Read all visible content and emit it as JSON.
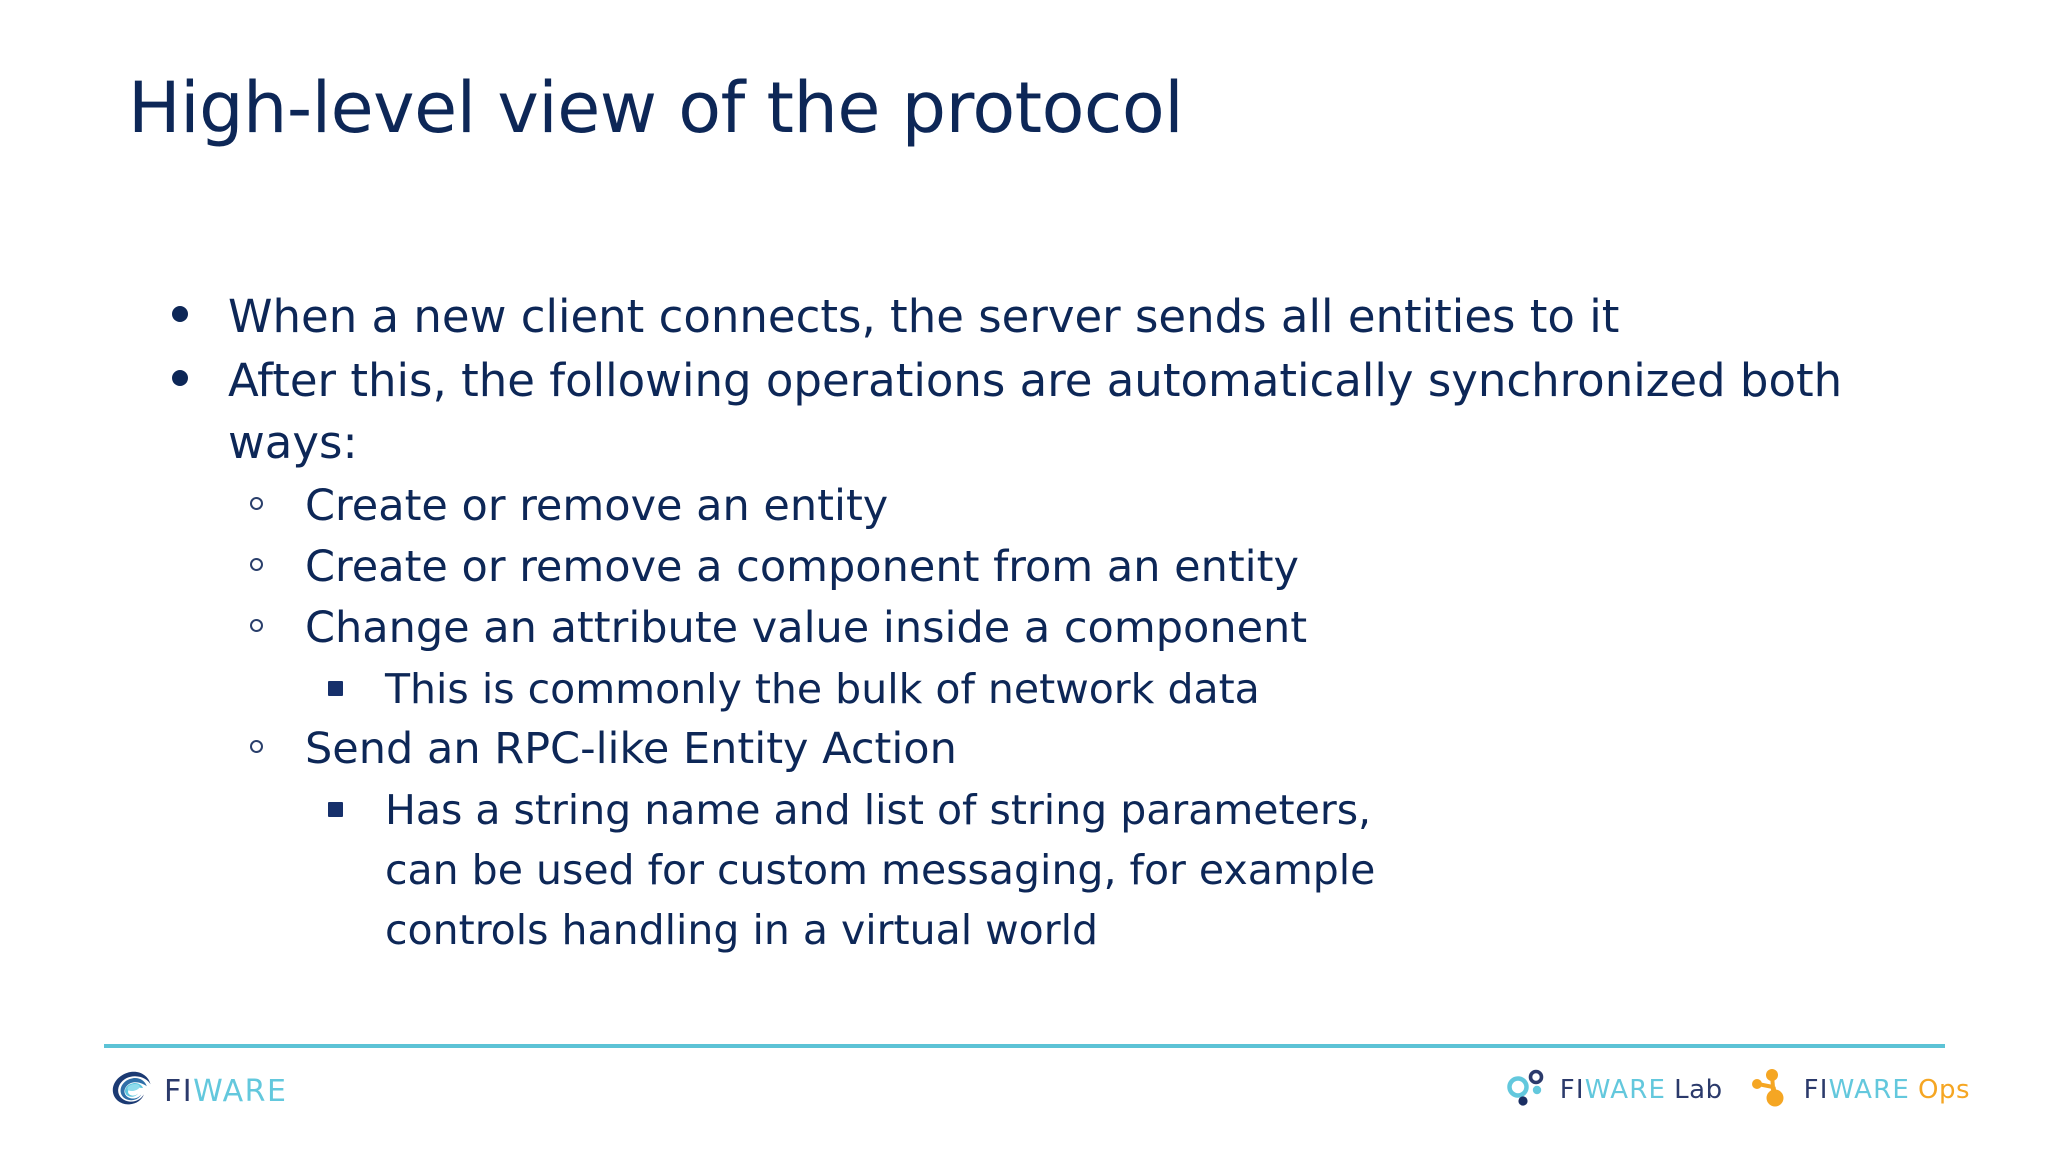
{
  "slide": {
    "title": "High-level view of the protocol",
    "background_color": "#ffffff",
    "text_color": "#0d2757"
  },
  "content": {
    "bullets": [
      {
        "level": 1,
        "marker": "filled-disc",
        "text": "When a new client connects, the server sends all entities to it"
      },
      {
        "level": 1,
        "marker": "filled-disc",
        "text": "After this, the following operations are automatically synchronized both ways:"
      },
      {
        "level": 2,
        "marker": "hollow-circle",
        "text": "Create or remove an entity"
      },
      {
        "level": 2,
        "marker": "hollow-circle",
        "text": "Create or remove a component from an entity"
      },
      {
        "level": 2,
        "marker": "hollow-circle",
        "text": "Change an attribute value inside a component"
      },
      {
        "level": 3,
        "marker": "filled-square",
        "text": "This is commonly the bulk of network data"
      },
      {
        "level": 2,
        "marker": "hollow-circle",
        "text": "Send an RPC-like Entity Action"
      },
      {
        "level": 3,
        "marker": "filled-square",
        "text": "Has a string name and list of string parameters, can be used for custom messaging, for example controls handling in a virtual world"
      }
    ]
  },
  "footer": {
    "divider_color": "#5cc3d6",
    "primary_logo": {
      "icon": "fiware-swirl-icon",
      "part1": "FI",
      "part2": "WARE"
    },
    "lab_logo": {
      "icon": "fiware-lab-dots-icon",
      "part1": "FI",
      "part2": "WARE",
      "suffix": "Lab"
    },
    "ops_logo": {
      "icon": "fiware-ops-molecule-icon",
      "part1": "FI",
      "part2": "WARE",
      "suffix": "Ops"
    }
  },
  "colors": {
    "navy": "#0d2757",
    "logo_dark_blue": "#2b3a6b",
    "logo_mid_blue": "#3f9fbe",
    "logo_light_blue": "#63c8dd",
    "orange": "#f5a623",
    "cyan_rule": "#5cc3d6"
  }
}
